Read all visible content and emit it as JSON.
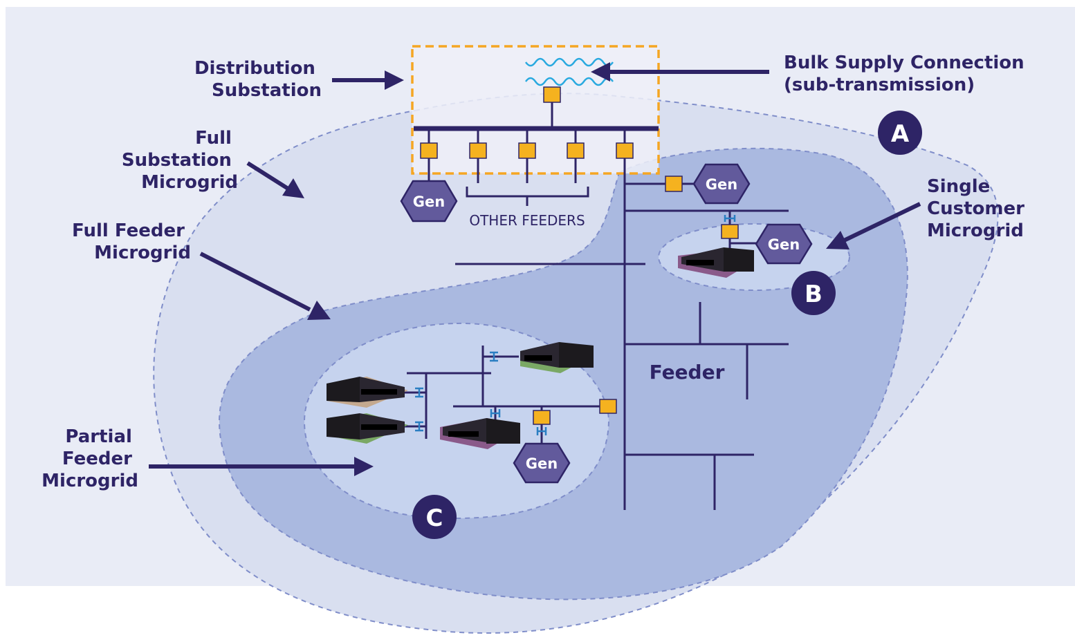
{
  "labels": {
    "distribution_substation": [
      "Distribution",
      "Substation"
    ],
    "bulk_supply": [
      "Bulk Supply Connection",
      "(sub-transmission)"
    ],
    "full_substation_microgrid": [
      "Full",
      "Substation",
      "Microgrid"
    ],
    "full_feeder_microgrid": [
      "Full Feeder",
      "Microgrid"
    ],
    "single_customer_microgrid": [
      "Single",
      "Customer",
      "Microgrid"
    ],
    "partial_feeder_microgrid": [
      "Partial",
      "Feeder",
      "Microgrid"
    ],
    "other_feeders": "OTHER FEEDERS",
    "feeder": "Feeder",
    "gen": "Gen"
  },
  "badges": {
    "a": "A",
    "b": "B",
    "c": "C"
  },
  "colors": {
    "background": "#e9ecf6",
    "zone_a_fill": "#d9dff0",
    "zone_feeder_fill": "#aab9e0",
    "zone_inner_fill": "#c6d3ee",
    "substation_box_border": "#f5a623",
    "text": "#2e2466",
    "switch": "#f5b21f",
    "generator": "#625a9c",
    "breaker": "#2a7ec2",
    "transformer": "#29a9df",
    "building_roofs": [
      "#c4a98f",
      "#7aa865",
      "#8a5a8a"
    ]
  },
  "icons": [
    "transformer-icon",
    "generator-icon",
    "switch-icon",
    "breaker-icon",
    "building-icon",
    "arrow-icon"
  ]
}
